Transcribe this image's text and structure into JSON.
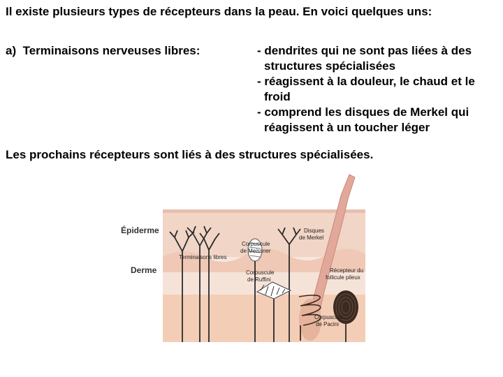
{
  "intro": "Il existe plusieurs types de récepteurs dans la peau. En voici quelques uns:",
  "item_a": {
    "marker": "a)",
    "title": "Terminaisons nerveuses libres:",
    "bullets": [
      {
        "line1": "- dendrites qui ne sont pas liées à des",
        "line2": "structures spécialisées"
      },
      {
        "line1": "- réagissent à la douleur, le chaud et le",
        "line2": "froid"
      },
      {
        "line1": "- comprend les disques de Merkel qui",
        "line2": "réagissent à un toucher léger"
      }
    ]
  },
  "next_text": "Les prochains récepteurs sont liés à des structures spécialisées.",
  "figure": {
    "layers": {
      "epidermis": "Épiderme",
      "dermis": "Derme"
    },
    "labels": {
      "free_endings": "Terminaisons libres",
      "meissner_1": "Corpuscule",
      "meissner_2": "de Meissner",
      "merkel_1": "Disques",
      "merkel_2": "de Merkel",
      "ruffini_1": "Corpuscule",
      "ruffini_2": "de Ruffini",
      "follicle_1": "Récepteur du",
      "follicle_2": "follicule pileux",
      "pacini_1": "Corpuscule",
      "pacini_2": "de Pacini"
    }
  }
}
